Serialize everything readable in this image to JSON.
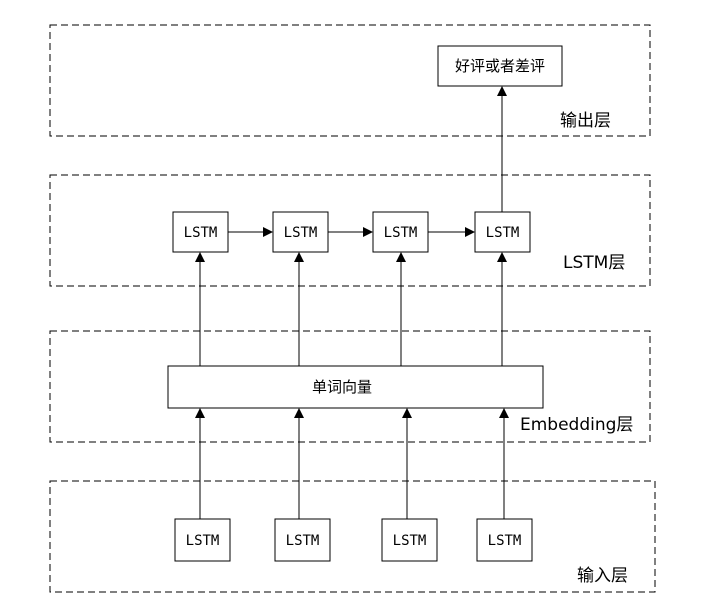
{
  "layers": {
    "output": {
      "label": "输出层"
    },
    "lstm": {
      "label": "LSTM层"
    },
    "embedding": {
      "label": "Embedding层"
    },
    "input": {
      "label": "输入层"
    }
  },
  "output_box": {
    "label": "好评或者差评"
  },
  "lstm_cells": [
    "LSTM",
    "LSTM",
    "LSTM",
    "LSTM"
  ],
  "word_vector": {
    "label": "单词向量"
  },
  "input_cells": [
    "LSTM",
    "LSTM",
    "LSTM",
    "LSTM"
  ]
}
